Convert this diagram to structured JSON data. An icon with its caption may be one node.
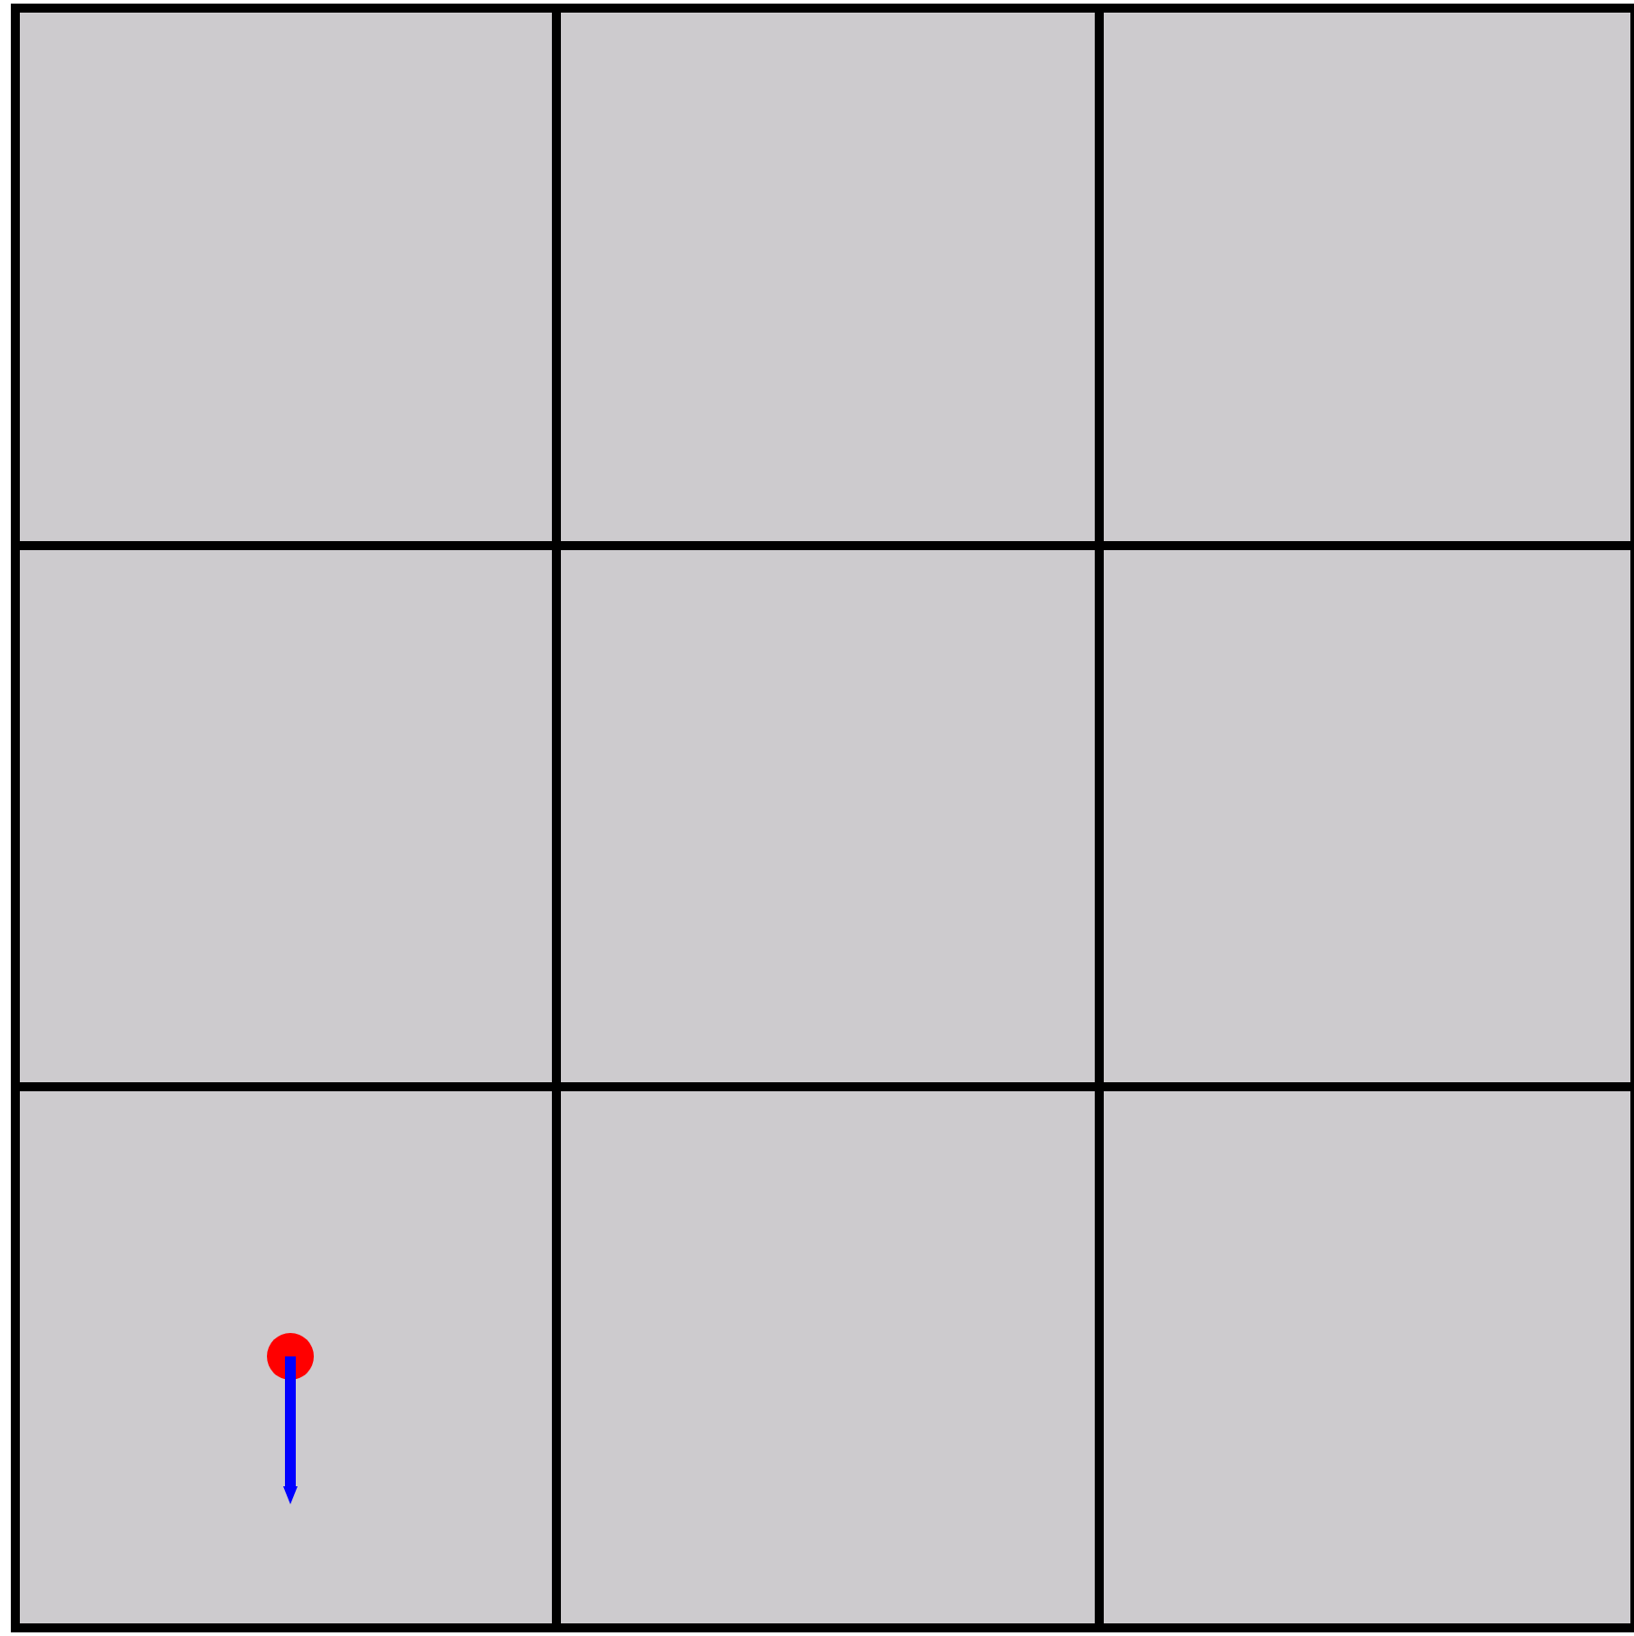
{
  "diagram": {
    "nodes": [
      {
        "text": [],
        "shape": "box"
      },
      {
        "text": [],
        "shape": "box"
      },
      {
        "text": [],
        "shape": "box"
      },
      {
        "text": [],
        "shape": "box"
      },
      {
        "text": [],
        "shape": "box"
      },
      {
        "text": [],
        "shape": "box"
      },
      {
        "text": [],
        "shape": "box"
      },
      {
        "text": [],
        "shape": "box"
      },
      {
        "text": [],
        "shape": "box"
      },
      {
        "text": [],
        "shape": "circle",
        "in": 6
      }
    ]
  }
}
